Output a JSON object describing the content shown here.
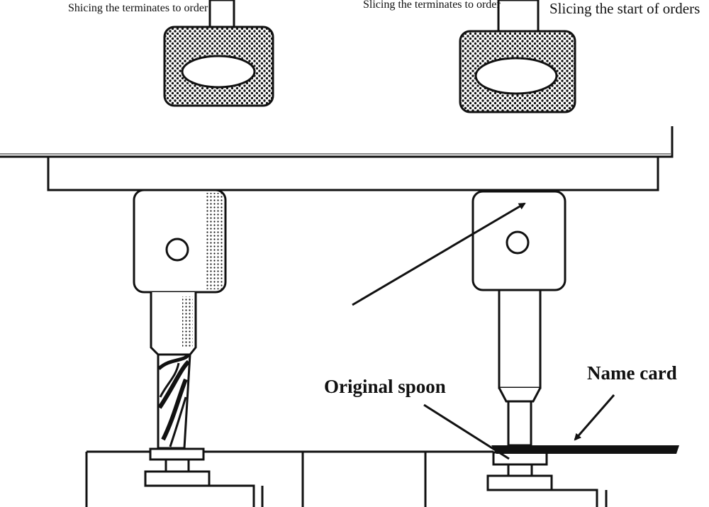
{
  "labels": {
    "left_knob_caption": "Shicing the terminates to order",
    "right_knob_caption": "Slicing the terminates to order",
    "top_right_caption": "Slicing the start of orders",
    "original_spoon": "Original spoon",
    "name_card": "Name card"
  },
  "colors": {
    "ink": "#111111",
    "paper": "#ffffff"
  }
}
